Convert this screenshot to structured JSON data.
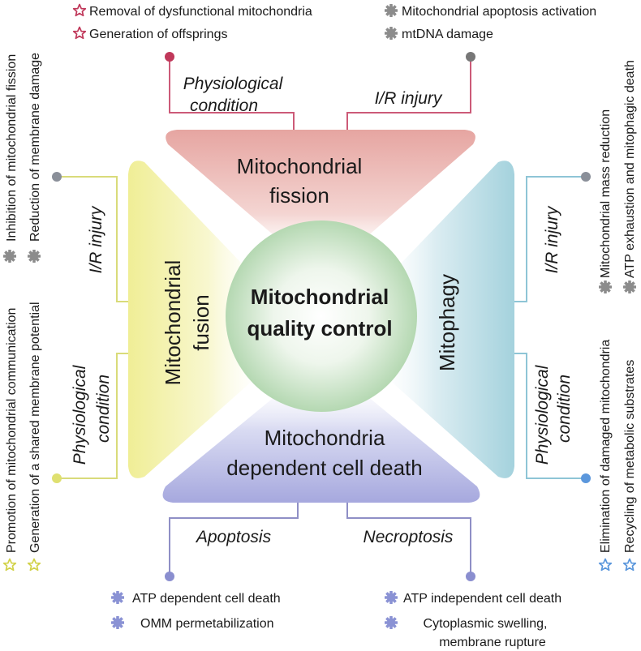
{
  "center": {
    "line1": "Mitochondrial",
    "line2": "quality control"
  },
  "fission": {
    "title_line1": "Mitochondrial",
    "title_line2": "fission",
    "physiological": {
      "label_line1": "Physiological",
      "label_line2": "condition",
      "items": [
        "Removal of dysfunctional mitochondria",
        "Generation of offsprings"
      ]
    },
    "ir_injury": {
      "label": "I/R injury",
      "items": [
        "Mitochondrial apoptosis activation",
        "mtDNA damage"
      ]
    }
  },
  "fusion": {
    "title_line1": "Mitochondrial",
    "title_line2": "fusion",
    "ir_injury": {
      "label": "I/R injury",
      "items": [
        "Inhibition of mitochondrial fission",
        "Reduction of membrane damage"
      ]
    },
    "physiological": {
      "label_line1": "Physiological",
      "label_line2": "condition",
      "items": [
        "Promotion of mitochondrial communication",
        "Generation of a shared membrane potential"
      ]
    }
  },
  "mitophagy": {
    "title": "Mitophagy",
    "ir_injury": {
      "label": "I/R injury",
      "items": [
        "Mitochondrial mass reduction",
        "ATP exhaustion and mitophagic death"
      ]
    },
    "physiological": {
      "label_line1": "Physiological",
      "label_line2": "condition",
      "items": [
        "Elimination of damaged mitochondria",
        "Recycling of metabolic substrates"
      ]
    }
  },
  "cell_death": {
    "title_line1": "Mitochondria",
    "title_line2": "dependent cell death",
    "apoptosis": {
      "label": "Apoptosis",
      "items": [
        "ATP dependent cell death",
        "OMM permetabilization"
      ]
    },
    "necroptosis": {
      "label": "Necroptosis",
      "items": [
        "ATP independent cell death"
      ],
      "item2_line1": "Cytoplasmic swelling,",
      "item2_line2": "membrane rupture"
    }
  },
  "colors": {
    "fission": "#c0385a",
    "fission_fill": "#e8a9a4",
    "fusion": "#dfe27a",
    "fusion_fill": "#f2ef9c",
    "mitophagy": "#9ccfdc",
    "mitophagy_fill": "#a9d6e0",
    "cell_death": "#9c9ccf",
    "cell_death_fill": "#a9abe0",
    "ir_dot": "#7a7a7a",
    "gear_blue": "#8a92d4",
    "star_blue": "#5b97dc",
    "star_yellow": "#d2d24a",
    "gear_gray": "#8c8c8c"
  }
}
